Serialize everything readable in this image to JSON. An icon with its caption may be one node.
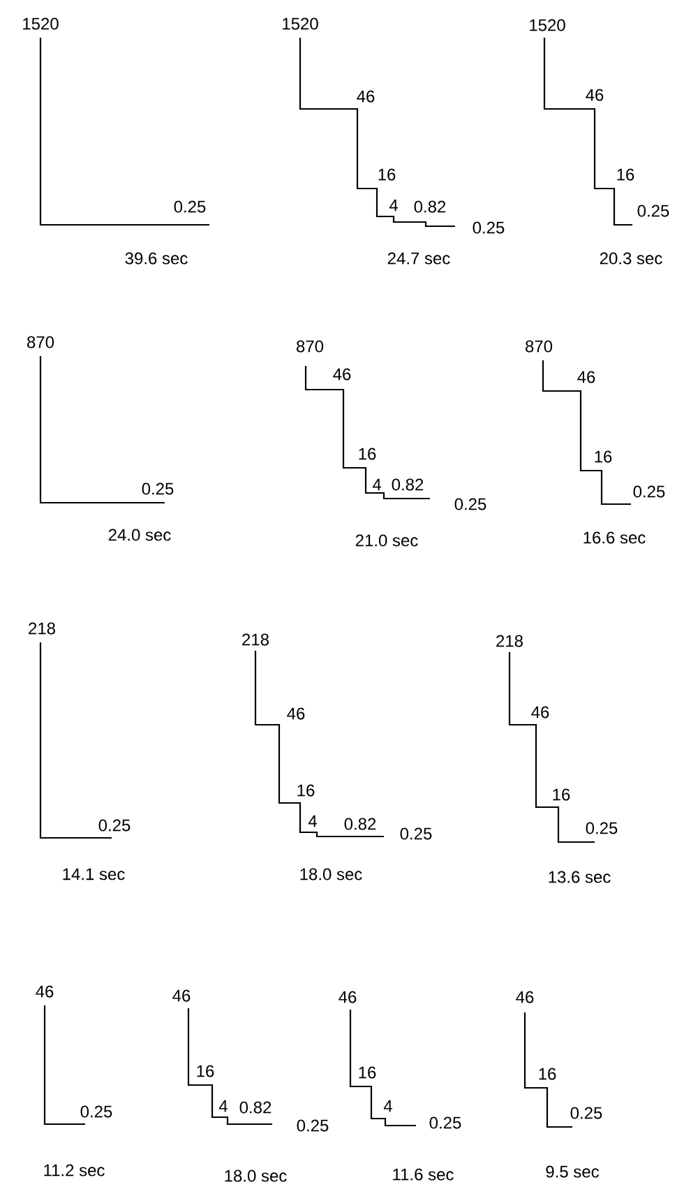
{
  "diagram": {
    "labels": [
      "1520",
      "0.25",
      "39.6 sec",
      "1520",
      "46",
      "16",
      "4",
      "0.82",
      "0.25",
      "24.7 sec",
      "1520",
      "46",
      "16",
      "0.25",
      "20.3 sec",
      "870",
      "0.25",
      "24.0 sec",
      "870",
      "46",
      "16",
      "4",
      "0.82",
      "0.25",
      "21.0 sec",
      "870",
      "46",
      "16",
      "0.25",
      "16.6 sec",
      "218",
      "0.25",
      "14.1 sec",
      "218",
      "46",
      "16",
      "4",
      "0.82",
      "0.25",
      "18.0 sec",
      "218",
      "46",
      "16",
      "0.25",
      "13.6 sec",
      "46",
      "0.25",
      "11.2 sec",
      "46",
      "16",
      "4",
      "0.82",
      "0.25",
      "18.0 sec",
      "46",
      "16",
      "4",
      "0.25",
      "11.6 sec",
      "46",
      "16",
      "0.25",
      "9.5 sec"
    ]
  }
}
